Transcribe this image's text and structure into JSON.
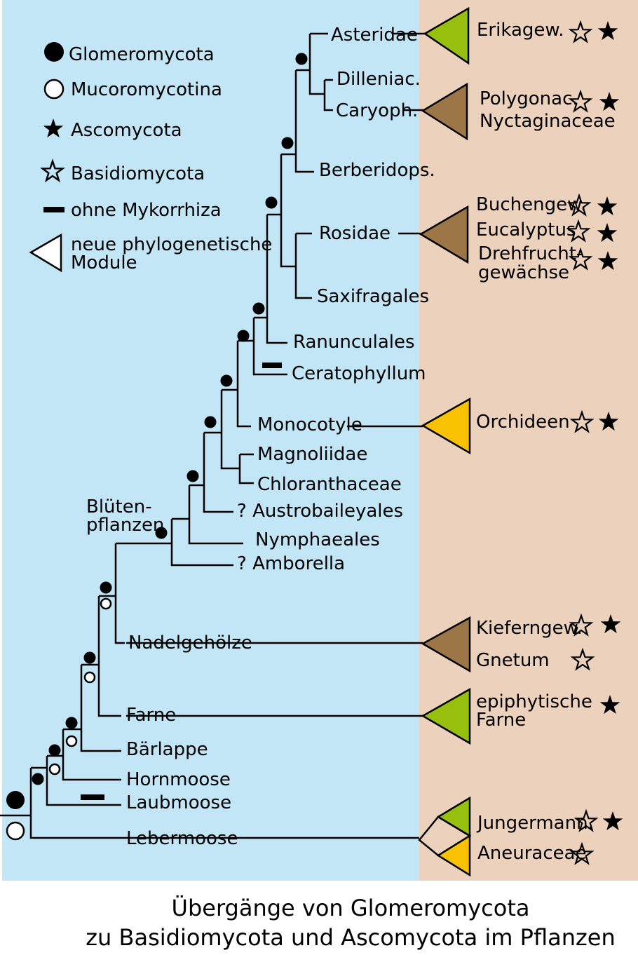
{
  "colors": {
    "left_panel": "#c3e6f6",
    "right_panel": "#ecd2bc",
    "green": "#97bf0d",
    "brown": "#9c7646",
    "yellow": "#f9c200"
  },
  "legend": {
    "glomeromycota": "Glomeromycota",
    "mucoromycotina": "Mucoromycotina",
    "ascomycota": "Ascomycota",
    "basidiomycota": "Basidiomycota",
    "no_mycorrhiza": "ohne Mykorrhiza",
    "new_modules_1": "neue phylogenetische",
    "new_modules_2": "Module",
    "icons": [
      "filled-circle-icon",
      "open-circle-icon",
      "filled-star-icon",
      "open-star-icon",
      "bar-icon",
      "triangle-icon"
    ]
  },
  "taxa": {
    "asteridae": "Asteridae",
    "dilleniac": "Dilleniac.",
    "caryoph": "Caryoph.",
    "berberidops": "Berberidops.",
    "rosidae": "Rosidae",
    "saxifragales": "Saxifragales",
    "ranunculales": "Ranunculales",
    "ceratophyllum": "Ceratophyllum",
    "monocotyle": "Monocotyle",
    "magnoliidae": "Magnoliidae",
    "chloranthaceae": "Chloranthaceae",
    "austrobaileyales": "? Austrobaileyales",
    "nymphaeales": "Nymphaeales",
    "amborella": "? Amborella",
    "bluten_1": "Blüten-",
    "bluten_2": "pflanzen",
    "nadelgeholze": "Nadelgehölze",
    "farne": "Farne",
    "barlappe": "Bärlappe",
    "hornmoose": "Hornmoose",
    "laubmoose": "Laubmoose",
    "lebermoose": "Lebermoose"
  },
  "modules": {
    "erikagew": "Erikagew.",
    "polygonac": "Polygonac.",
    "nyctaginaceae": "Nyctaginaceae",
    "buchengew": "Buchengew.",
    "eucalyptus": "Eucalyptus",
    "drehfrucht_1": "Drehfrucht-",
    "drehfrucht_2": "gewächse",
    "orchideen": "Orchideen",
    "kieferngew": "Kieferngew.",
    "gnetum": "Gnetum",
    "epiphytische_1": "epiphytische",
    "epiphytische_2": "Farne",
    "jungermann": "Jungermann.",
    "aneuraceae": "Aneuraceae"
  },
  "caption": {
    "line1": "Übergänge von Glomeromycota",
    "line2": "zu Basidiomycota und Ascomycota im Pflanzen"
  }
}
